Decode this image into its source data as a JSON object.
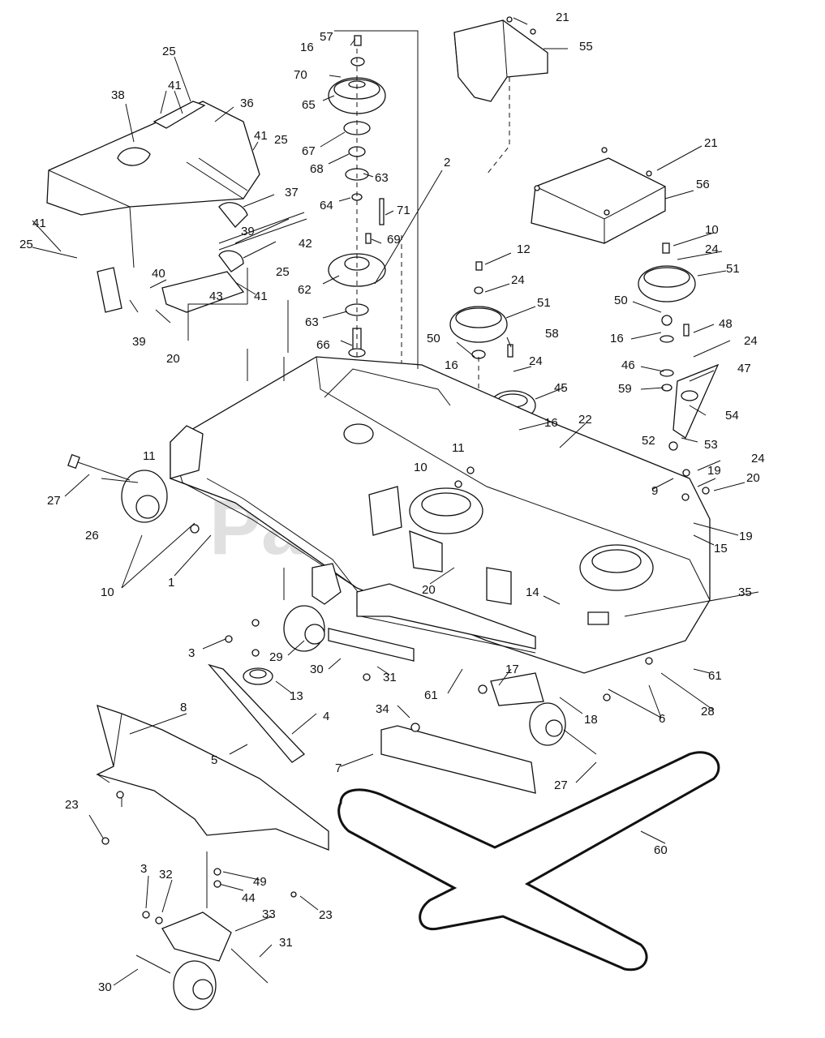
{
  "watermark": {
    "text": "PartsTree",
    "trademark": "™"
  },
  "callouts": [
    {
      "id": "c57",
      "text": "57"
    },
    {
      "id": "c16a",
      "text": "16"
    },
    {
      "id": "c70",
      "text": "70"
    },
    {
      "id": "c65",
      "text": "65"
    },
    {
      "id": "c67",
      "text": "67"
    },
    {
      "id": "c68",
      "text": "68"
    },
    {
      "id": "c63a",
      "text": "63"
    },
    {
      "id": "c64",
      "text": "64"
    },
    {
      "id": "c71",
      "text": "71"
    },
    {
      "id": "c69",
      "text": "69"
    },
    {
      "id": "c62",
      "text": "62"
    },
    {
      "id": "c63b",
      "text": "63"
    },
    {
      "id": "c66",
      "text": "66"
    },
    {
      "id": "c2",
      "text": "2"
    },
    {
      "id": "c21a",
      "text": "21"
    },
    {
      "id": "c55",
      "text": "55"
    },
    {
      "id": "c21b",
      "text": "21"
    },
    {
      "id": "c56",
      "text": "56"
    },
    {
      "id": "c25a",
      "text": "25"
    },
    {
      "id": "c41a",
      "text": "41"
    },
    {
      "id": "c36",
      "text": "36"
    },
    {
      "id": "c38",
      "text": "38"
    },
    {
      "id": "c41b",
      "text": "41"
    },
    {
      "id": "c25b",
      "text": "25"
    },
    {
      "id": "c37",
      "text": "37"
    },
    {
      "id": "c39a",
      "text": "39"
    },
    {
      "id": "c42",
      "text": "42"
    },
    {
      "id": "c41c",
      "text": "41"
    },
    {
      "id": "c25c",
      "text": "25"
    },
    {
      "id": "c40",
      "text": "40"
    },
    {
      "id": "c25d",
      "text": "25"
    },
    {
      "id": "c41d",
      "text": "41"
    },
    {
      "id": "c43",
      "text": "43"
    },
    {
      "id": "c39b",
      "text": "39"
    },
    {
      "id": "c20a",
      "text": "20"
    },
    {
      "id": "c12",
      "text": "12"
    },
    {
      "id": "c24a",
      "text": "24"
    },
    {
      "id": "c51a",
      "text": "51"
    },
    {
      "id": "c50a",
      "text": "50"
    },
    {
      "id": "c16b",
      "text": "16"
    },
    {
      "id": "c58",
      "text": "58"
    },
    {
      "id": "c24b",
      "text": "24"
    },
    {
      "id": "c45",
      "text": "45"
    },
    {
      "id": "c16c",
      "text": "16"
    },
    {
      "id": "c22",
      "text": "22"
    },
    {
      "id": "c11a",
      "text": "11"
    },
    {
      "id": "c10a",
      "text": "10"
    },
    {
      "id": "c10b",
      "text": "10"
    },
    {
      "id": "c24c",
      "text": "24"
    },
    {
      "id": "c51b",
      "text": "51"
    },
    {
      "id": "c50b",
      "text": "50"
    },
    {
      "id": "c48",
      "text": "48"
    },
    {
      "id": "c16d",
      "text": "16"
    },
    {
      "id": "c24d",
      "text": "24"
    },
    {
      "id": "c46",
      "text": "46"
    },
    {
      "id": "c47",
      "text": "47"
    },
    {
      "id": "c59",
      "text": "59"
    },
    {
      "id": "c54",
      "text": "54"
    },
    {
      "id": "c52",
      "text": "52"
    },
    {
      "id": "c53",
      "text": "53"
    },
    {
      "id": "c24e",
      "text": "24"
    },
    {
      "id": "c19a",
      "text": "19"
    },
    {
      "id": "c20b",
      "text": "20"
    },
    {
      "id": "c9",
      "text": "9"
    },
    {
      "id": "c19b",
      "text": "19"
    },
    {
      "id": "c15",
      "text": "15"
    },
    {
      "id": "c27a",
      "text": "27"
    },
    {
      "id": "c11b",
      "text": "11"
    },
    {
      "id": "c26",
      "text": "26"
    },
    {
      "id": "c10c",
      "text": "10"
    },
    {
      "id": "c1",
      "text": "1"
    },
    {
      "id": "c20c",
      "text": "20"
    },
    {
      "id": "c14",
      "text": "14"
    },
    {
      "id": "c35",
      "text": "35"
    },
    {
      "id": "c3a",
      "text": "3"
    },
    {
      "id": "c29",
      "text": "29"
    },
    {
      "id": "c30a",
      "text": "30"
    },
    {
      "id": "c31a",
      "text": "31"
    },
    {
      "id": "c13",
      "text": "13"
    },
    {
      "id": "c61a",
      "text": "61"
    },
    {
      "id": "c17",
      "text": "17"
    },
    {
      "id": "c61b",
      "text": "61"
    },
    {
      "id": "c18",
      "text": "18"
    },
    {
      "id": "c6",
      "text": "6"
    },
    {
      "id": "c28",
      "text": "28"
    },
    {
      "id": "c8",
      "text": "8"
    },
    {
      "id": "c4",
      "text": "4"
    },
    {
      "id": "c5",
      "text": "5"
    },
    {
      "id": "c34",
      "text": "34"
    },
    {
      "id": "c7",
      "text": "7"
    },
    {
      "id": "c27b",
      "text": "27"
    },
    {
      "id": "c23a",
      "text": "23"
    },
    {
      "id": "c60",
      "text": "60"
    },
    {
      "id": "c3b",
      "text": "3"
    },
    {
      "id": "c32",
      "text": "32"
    },
    {
      "id": "c49",
      "text": "49"
    },
    {
      "id": "c44",
      "text": "44"
    },
    {
      "id": "c33",
      "text": "33"
    },
    {
      "id": "c23b",
      "text": "23"
    },
    {
      "id": "c31b",
      "text": "31"
    },
    {
      "id": "c30b",
      "text": "30"
    }
  ]
}
